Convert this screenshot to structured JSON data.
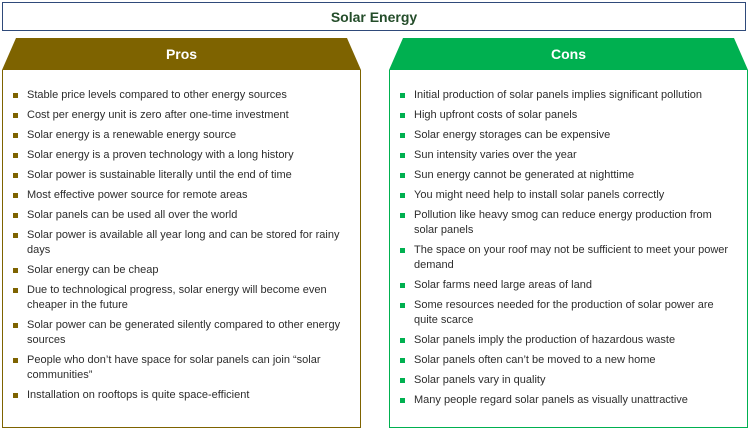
{
  "title": "Solar Energy",
  "pros": {
    "heading": "Pros",
    "items": [
      "Stable price levels compared to other energy sources",
      "Cost per energy unit is zero after one-time investment",
      "Solar energy is a renewable energy source",
      "Solar energy is a proven technology with a long history",
      "Solar power is sustainable literally until the end of time",
      "Most effective power source for remote areas",
      "Solar panels can be used all over the world",
      "Solar power is available all year long and can be stored for rainy days",
      "Solar energy can be cheap",
      "Due to technological progress, solar energy will become even cheaper in the future",
      "Solar power can be generated silently compared to other energy sources",
      "People who don’t have space for solar panels can join “solar communities”",
      "Installation on rooftops is quite space-efficient"
    ]
  },
  "cons": {
    "heading": "Cons",
    "items": [
      "Initial production of solar panels implies significant pollution",
      "High upfront costs of solar panels",
      "Solar energy storages can be expensive",
      "Sun intensity varies over the year",
      "Sun energy cannot be generated at nighttime",
      "You might need help to install solar panels correctly",
      "Pollution like heavy smog can reduce energy production from solar panels",
      "The space on your roof may not be sufficient to meet your power demand",
      "Solar farms need large areas of land",
      "Some resources needed for the production of solar power are quite scarce",
      "Solar panels imply the production of hazardous waste",
      "Solar panels often can’t be moved to a new home",
      "Solar panels vary in quality",
      "Many people regard solar panels as visually unattractive"
    ]
  }
}
